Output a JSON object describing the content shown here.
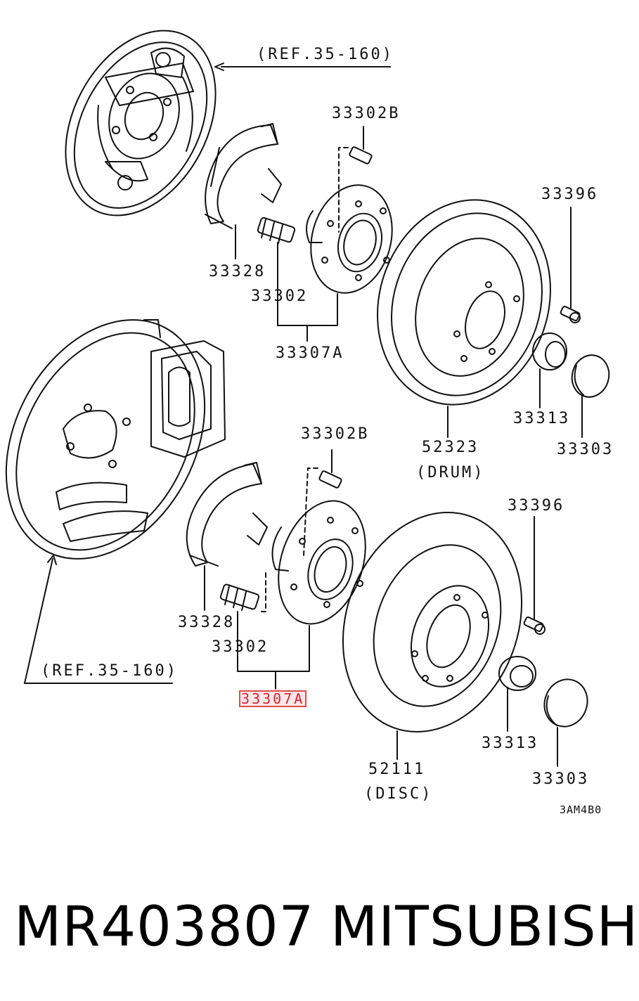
{
  "labels": {
    "ref_top": "(REF.35-160)",
    "ref_bottom": "(REF.35-160)",
    "p33302B_top": "33302B",
    "p33396_top": "33396",
    "p33328_top": "33328",
    "p33302_top": "33302",
    "p33307A_top": "33307A",
    "p33313_top": "33313",
    "p52323": "52323",
    "drum": "(DRUM)",
    "p33303_top": "33303",
    "p33302B_bottom": "33302B",
    "p33396_bottom": "33396",
    "p33328_bottom": "33328",
    "p33302_bottom": "33302",
    "p33307A_bottom": "33307A",
    "p33313_bottom": "33313",
    "p52111": "52111",
    "disc": "(DISC)",
    "p33303_bottom": "33303",
    "figure_code": "3AM4B0"
  },
  "footer": {
    "part_number": "MR403807",
    "brand": "MITSUBISHI"
  },
  "colors": {
    "highlight": "#e24a4a",
    "line": "#111111"
  }
}
